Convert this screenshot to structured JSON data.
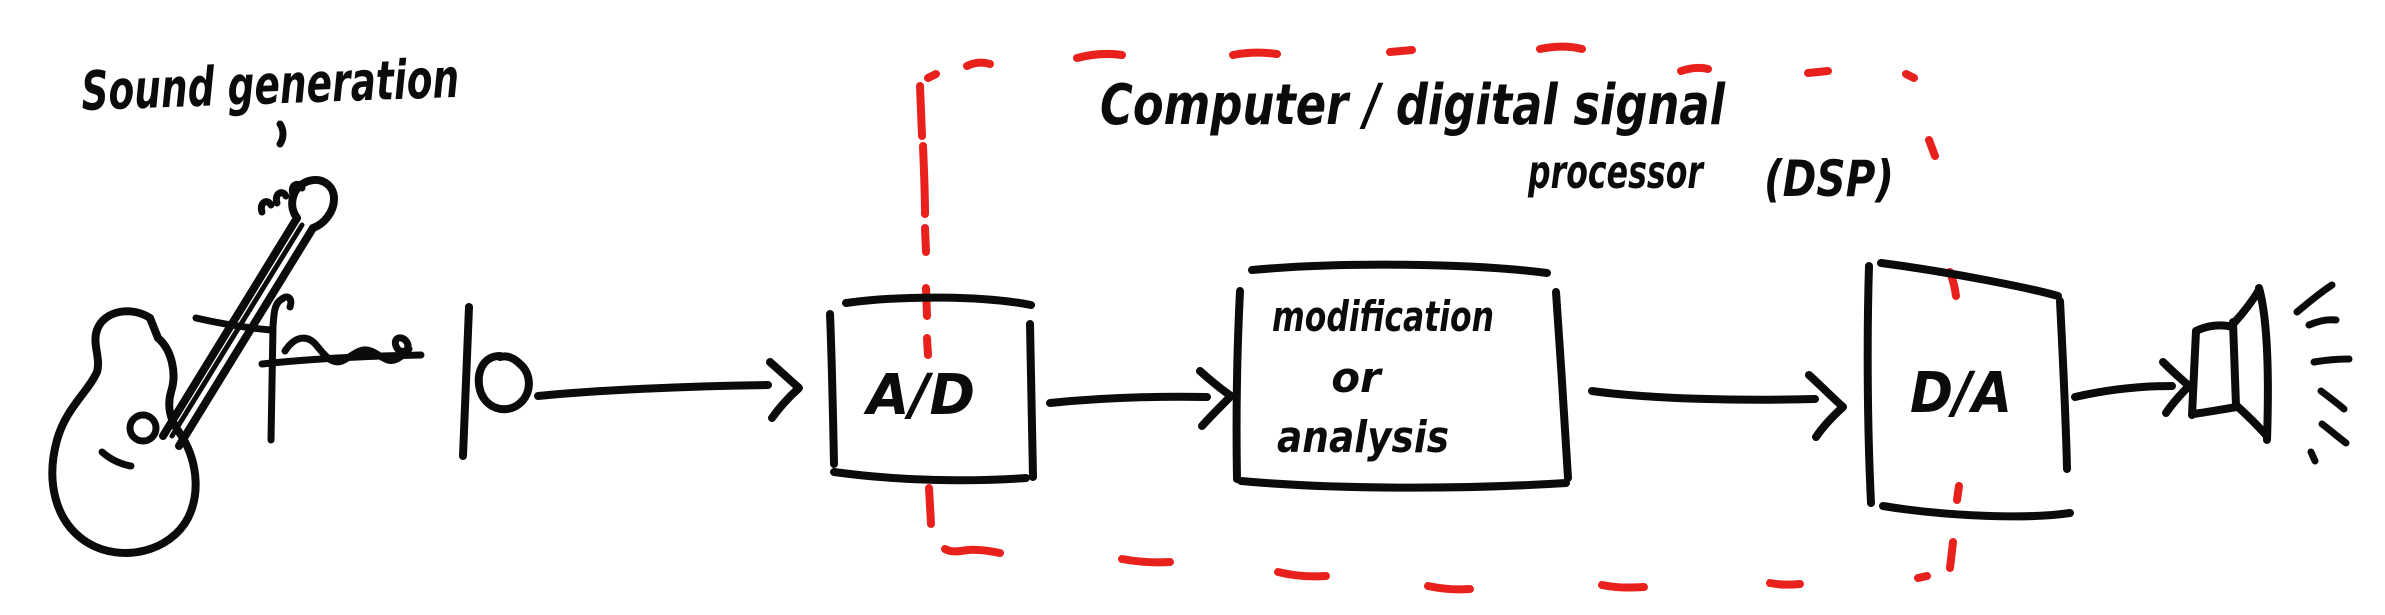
{
  "labels": {
    "sound_generation": "Sound generation",
    "dsp_title_line1": "Computer / digital signal",
    "dsp_title_line2": "processor",
    "dsp_title_line3": "(DSP)"
  },
  "blocks": {
    "adc": {
      "label": "A/D"
    },
    "processing": {
      "line1": "modification",
      "line2": "or",
      "line3": "analysis"
    },
    "dac": {
      "label": "D/A"
    }
  },
  "icons": {
    "source": "guitar-icon",
    "signal": "waveform-icon",
    "input": "microphone-icon",
    "output": "speaker-icon"
  },
  "colors": {
    "ink": "#0b0b0b",
    "dsp_boundary": "#e8211d",
    "background": "#ffffff"
  }
}
